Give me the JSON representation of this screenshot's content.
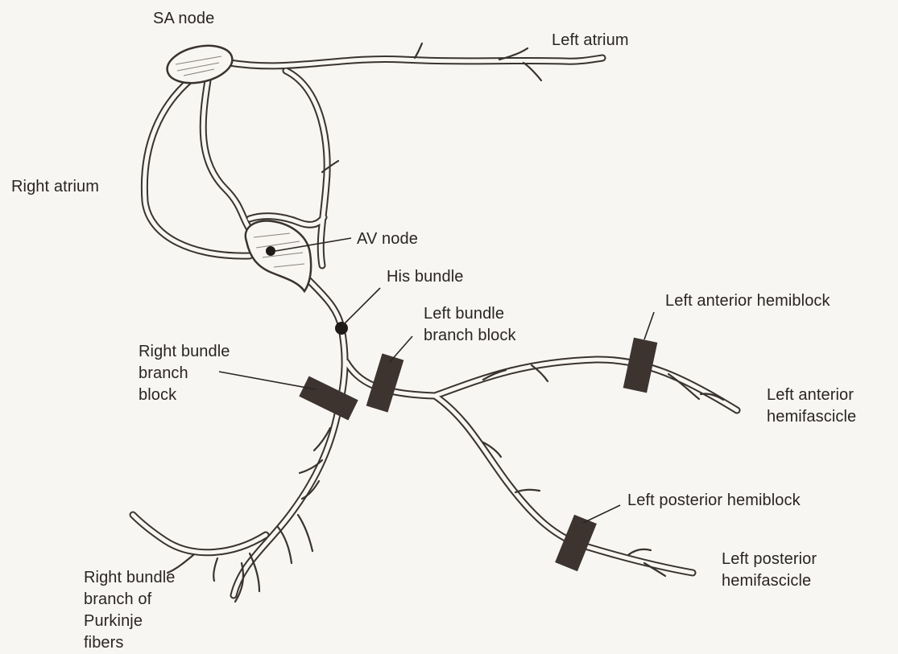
{
  "labels": {
    "sa_node": "SA node",
    "left_atrium": "Left atrium",
    "right_atrium": "Right atrium",
    "av_node": "AV node",
    "his_bundle": "His bundle",
    "left_bundle_branch_block": "Left bundle\nbranch block",
    "left_anterior_hemiblock": "Left anterior hemiblock",
    "right_bundle_branch_block": "Right bundle\nbranch\nblock",
    "left_anterior_hemifascicle": "Left anterior\nhemifascicle",
    "left_posterior_hemiblock": "Left posterior hemiblock",
    "left_posterior_hemifascicle": "Left posterior\nhemifascicle",
    "right_bundle_purkinje": "Right bundle\nbranch of\nPurkinje\nfibers"
  },
  "colors": {
    "ink": "#3a332e",
    "block": "#3d3430",
    "background": "#f7f6f3"
  }
}
